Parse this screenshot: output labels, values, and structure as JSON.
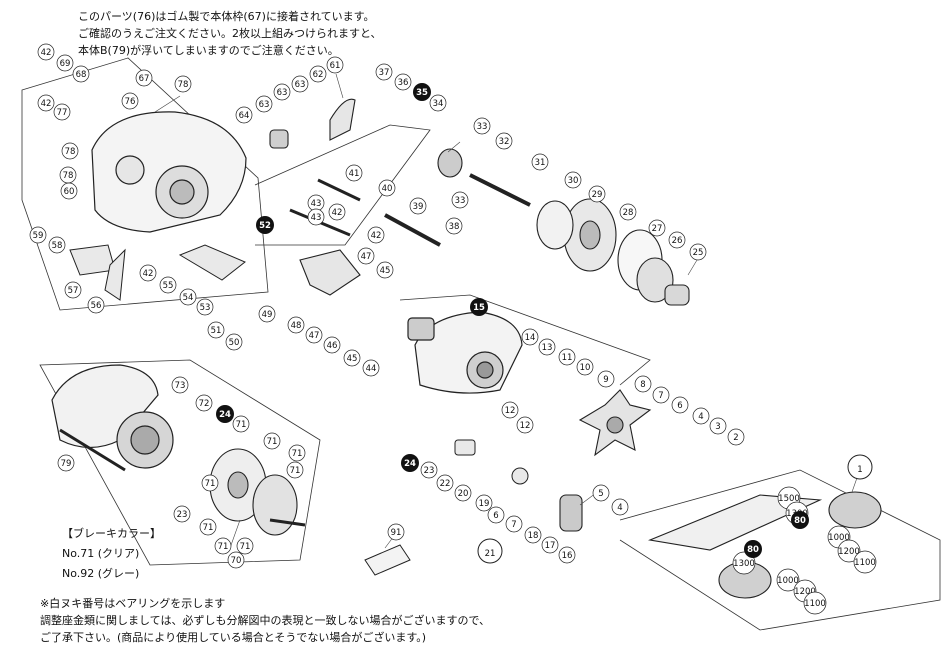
{
  "notes": {
    "top_lines": [
      "このパーツ(76)はゴム製で本体枠(67)に接着されています。",
      "ご確認のうえご注文ください。2枚以上組みつけられますと、",
      "本体B(79)が浮いてしまいますのでご注意ください。"
    ],
    "bottom_lines": [
      "※白ヌキ番号はベアリングを示します",
      "調整座金類に関しましては、必ずしも分解図中の表現と一致しない場合がございますので、",
      "ご了承下さい。(商品により使用している場合とそうでない場合がございます。)"
    ]
  },
  "brake_color": {
    "title": "【ブレーキカラー】",
    "items": [
      "No.71 (クリア)",
      "No.92 (グレー)"
    ]
  },
  "part_labels": [
    {
      "text": "42"
    },
    {
      "text": "69"
    },
    {
      "text": "68"
    },
    {
      "text": "42"
    },
    {
      "text": "77"
    },
    {
      "text": "78"
    },
    {
      "text": "67"
    },
    {
      "text": "76"
    },
    {
      "text": "78"
    },
    {
      "text": "78"
    },
    {
      "text": "60"
    },
    {
      "text": "59"
    },
    {
      "text": "58"
    },
    {
      "text": "57"
    },
    {
      "text": "56"
    },
    {
      "text": "55"
    },
    {
      "text": "42"
    },
    {
      "text": "54"
    },
    {
      "text": "53"
    },
    {
      "text": "51"
    },
    {
      "text": "50"
    },
    {
      "text": "49"
    },
    {
      "text": "48"
    },
    {
      "text": "47"
    },
    {
      "text": "46"
    },
    {
      "text": "45"
    },
    {
      "text": "44"
    },
    {
      "text": "45"
    },
    {
      "text": "47"
    },
    {
      "text": "42"
    },
    {
      "text": "43"
    },
    {
      "text": "43"
    },
    {
      "text": "42"
    },
    {
      "text": "41"
    },
    {
      "text": "40"
    },
    {
      "text": "39"
    },
    {
      "text": "38"
    },
    {
      "text": "37"
    },
    {
      "text": "36"
    },
    {
      "text": "34"
    },
    {
      "text": "33"
    },
    {
      "text": "33"
    },
    {
      "text": "32"
    },
    {
      "text": "31"
    },
    {
      "text": "30"
    },
    {
      "text": "29"
    },
    {
      "text": "28"
    },
    {
      "text": "27"
    },
    {
      "text": "26"
    },
    {
      "text": "25"
    },
    {
      "text": "64"
    },
    {
      "text": "63"
    },
    {
      "text": "63"
    },
    {
      "text": "63"
    },
    {
      "text": "62"
    },
    {
      "text": "61"
    },
    {
      "text": "14"
    },
    {
      "text": "13"
    },
    {
      "text": "11"
    },
    {
      "text": "10"
    },
    {
      "text": "9"
    },
    {
      "text": "8"
    },
    {
      "text": "7"
    },
    {
      "text": "6"
    },
    {
      "text": "4"
    },
    {
      "text": "3"
    },
    {
      "text": "2"
    },
    {
      "text": "12"
    },
    {
      "text": "12"
    },
    {
      "text": "5"
    },
    {
      "text": "4"
    },
    {
      "text": "23"
    },
    {
      "text": "22"
    },
    {
      "text": "20"
    },
    {
      "text": "19"
    },
    {
      "text": "6"
    },
    {
      "text": "7"
    },
    {
      "text": "18"
    },
    {
      "text": "17"
    },
    {
      "text": "16"
    },
    {
      "text": "79"
    },
    {
      "text": "73"
    },
    {
      "text": "72"
    },
    {
      "text": "71"
    },
    {
      "text": "71"
    },
    {
      "text": "71"
    },
    {
      "text": "71"
    },
    {
      "text": "71"
    },
    {
      "text": "71"
    },
    {
      "text": "71"
    },
    {
      "text": "71"
    },
    {
      "text": "70"
    },
    {
      "text": "23"
    },
    {
      "text": "91"
    },
    {
      "text": "1500"
    },
    {
      "text": "1300"
    },
    {
      "text": "1000"
    },
    {
      "text": "1200"
    },
    {
      "text": "1100"
    },
    {
      "text": "1300"
    },
    {
      "text": "1000"
    },
    {
      "text": "1200"
    },
    {
      "text": "1100"
    },
    {
      "text": "1"
    },
    {
      "text": "21"
    }
  ],
  "bearing_labels": [
    {
      "text": "35"
    },
    {
      "text": "52"
    },
    {
      "text": "15"
    },
    {
      "text": "24"
    },
    {
      "text": "24"
    },
    {
      "text": "80"
    },
    {
      "text": "80"
    }
  ]
}
